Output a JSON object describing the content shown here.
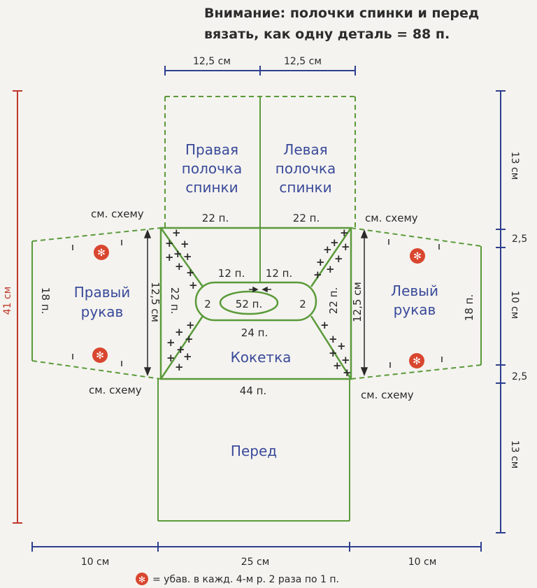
{
  "note": {
    "line1": "Внимание: полочки спинки и перед",
    "line2": "вязать, как одну деталь = 88 п."
  },
  "top_dims": {
    "left": "12,5 см",
    "right": "12,5 см"
  },
  "parts": {
    "right_back": [
      "Правая",
      "полочка",
      "спинки"
    ],
    "left_back": [
      "Левая",
      "полочка",
      "спинки"
    ],
    "right_sleeve": [
      "Правый",
      "рукав"
    ],
    "left_sleeve": [
      "Левый",
      "рукав"
    ],
    "yoke": "Кокетка",
    "front": "Перед"
  },
  "stitches": {
    "back_left": "22 п.",
    "back_right": "22 п.",
    "neck_left": "12 п.",
    "neck_right": "12 п.",
    "neck_center": "52 п.",
    "neck_bottom": "24 п.",
    "corner_left": "2",
    "corner_right": "2",
    "yoke_bottom": "44 п.",
    "yoke_left_side": "22 п.",
    "yoke_right_side": "22 п.",
    "sleeve_left": "18 п.",
    "sleeve_right": "18 п."
  },
  "scheme_ref": {
    "top_left": "см. схему",
    "top_right": "см. схему",
    "bottom_left": "см. схему",
    "bottom_right": "см. схему"
  },
  "side_dims": {
    "yoke_left_height": "12,5 см",
    "yoke_right_height": "12,5 см",
    "total_height": "41 см",
    "right_top": "13 см",
    "right_gap_top": "2,5",
    "right_mid": "10 см",
    "right_gap_bottom": "2,5",
    "right_bottom": "13 см"
  },
  "bottom_dims": {
    "left": "10 см",
    "center": "25 см",
    "right": "10 см"
  },
  "legend": {
    "symbol": "✻",
    "text": "= убав. в кажд. 4-м р. 2 раза по 1 п."
  },
  "colors": {
    "pattern_line": "#5a9a3a",
    "dimension_line": "#2e3f8f",
    "total_height_line": "#c0392b",
    "decrease_marker": "#d9462f",
    "part_text": "#3a4a9a"
  }
}
